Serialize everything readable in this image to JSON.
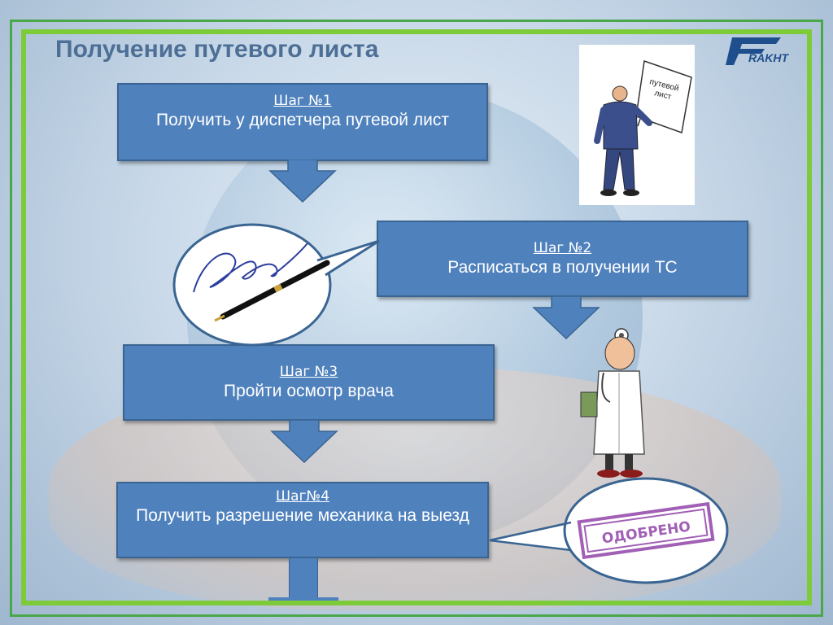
{
  "title": "Получение путевого листа",
  "logo_text": "RAKHT",
  "steps": [
    {
      "title": "Шаг №1",
      "text": "Получить у диспетчера путевой лист"
    },
    {
      "title": "Шаг №2",
      "text": "Расписаться в получении ТС"
    },
    {
      "title": "Шаг №3",
      "text": "Пройти осмотр врача"
    },
    {
      "title": "Шаг№4",
      "text": "Получить разрешение механика на выезд"
    }
  ],
  "worker_sign": "путевой лист",
  "stamp_text": "ОДОБРЕНО",
  "colors": {
    "step_fill": "#4f81bd",
    "frame_green": "#7ecb3a",
    "title": "#4d6f96"
  }
}
